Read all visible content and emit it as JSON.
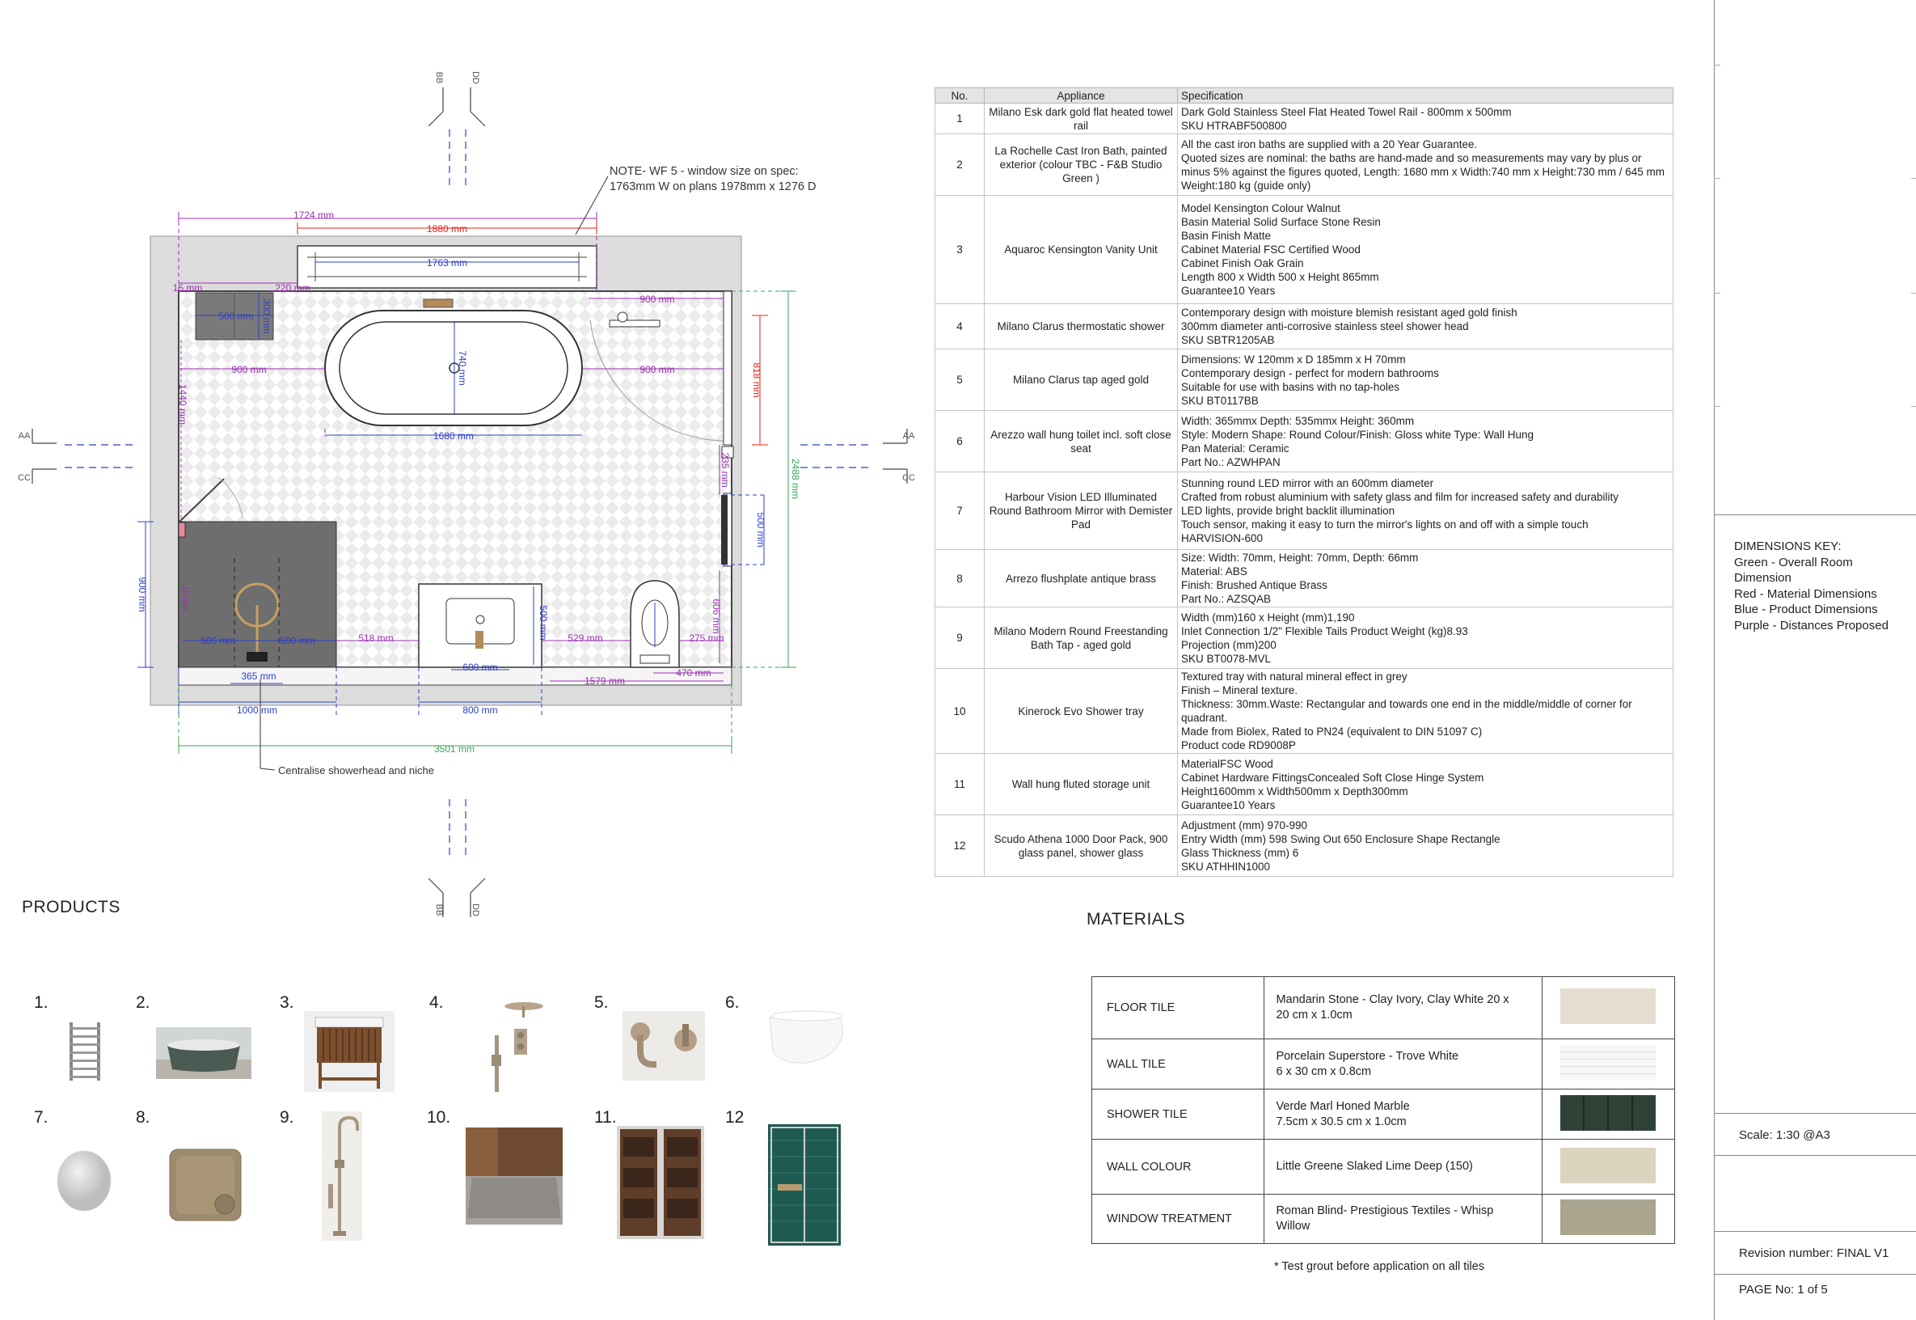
{
  "plan": {
    "note": [
      "NOTE- WF 5 - window size on spec:",
      "1763mm W on plans 1978mm x 1276 D"
    ],
    "callout": "Centralise showerhead and niche",
    "sections": {
      "aa": "AA",
      "bb": "BB",
      "cc": "CC",
      "dd": "DD"
    },
    "dims": {
      "d1724": "1724 mm",
      "d1880": "1880 mm",
      "d1763": "1763 mm",
      "d15": "15 mm",
      "d220": "220 mm",
      "d900a": "900 mm",
      "d500a": "500 mm",
      "d300": "300 mm",
      "d900b": "900 mm",
      "d740": "740 mm",
      "d900c": "900 mm",
      "d818": "818 mm",
      "d1440": "1440 mm",
      "d1680": "1680 mm",
      "d2488": "2488 mm",
      "d235": "235 mm",
      "d500b": "500 mm",
      "d900d": "900 mm",
      "d500c": "500 mm",
      "d500d": "500 mm",
      "d518": "518 mm",
      "d500e": "500 mm",
      "d529": "529 mm",
      "d275": "275 mm",
      "d606": "606 mm",
      "d600": "600 mm",
      "d470": "470 mm",
      "d1579": "1579 mm",
      "d365": "365 mm",
      "d1000": "1000 mm",
      "d800": "800 mm",
      "d3501": "3501 mm",
      "d15l": "15 mm"
    }
  },
  "spec": {
    "headers": [
      "No.",
      "Appliance",
      "Specification"
    ],
    "rows": [
      {
        "no": "1",
        "appliance": "Milano Esk dark gold flat heated towel rail",
        "spec": [
          "Dark Gold Stainless Steel Flat Heated Towel Rail - 800mm x 500mm",
          "SKU HTRABF500800"
        ]
      },
      {
        "no": "2",
        "appliance": "La Rochelle Cast Iron Bath, painted exterior (colour TBC - F&B Studio Green )",
        "spec": [
          "All the cast iron baths are supplied with a 20 Year Guarantee.",
          "Quoted sizes are nominal: the baths are hand-made and so measurements may vary by plus or",
          "minus 5% against the figures quoted, Length: 1680 mm x Width:740 mm x Height:730 mm / 645 mm",
          "Weight:180 kg (guide only)"
        ]
      },
      {
        "no": "3",
        "appliance": "Aquaroc Kensington Vanity Unit",
        "spec": [
          "Model Kensington  Colour Walnut",
          "Basin  Material Solid Surface Stone Resin",
          "Basin Finish Matte",
          "Cabinet Material FSC Certified Wood",
          "Cabinet Finish Oak Grain",
          "Length 800  x Width 500 x Height 865mm",
          "Guarantee10 Years"
        ]
      },
      {
        "no": "4",
        "appliance": "Milano Clarus thermostatic shower",
        "spec": [
          "Contemporary design with moisture blemish resistant aged gold finish",
          "300mm diameter anti-corrosive stainless steel shower head",
          "SKU SBTR1205AB"
        ]
      },
      {
        "no": "5",
        "appliance": "Milano Clarus tap aged gold",
        "spec": [
          "Dimensions: W 120mm x D 185mm x H 70mm",
          "Contemporary design - perfect for modern bathrooms",
          "Suitable for use with basins with no tap-holes",
          "SKU BT0117BB"
        ]
      },
      {
        "no": "6",
        "appliance": "Arezzo wall hung toilet incl. soft close seat",
        "spec": [
          "Width: 365mmx Depth: 535mmx Height: 360mm",
          "Style: Modern Shape: Round Colour/Finish: Gloss white Type: Wall Hung",
          "Pan Material: Ceramic",
          "Part No.: AZWHPAN"
        ]
      },
      {
        "no": "7",
        "appliance": "Harbour Vision LED Illuminated Round Bathroom Mirror with Demister Pad",
        "spec": [
          "Stunning round LED mirror with an 600mm diameter",
          "Crafted from robust aluminium with safety glass and film for increased safety and durability",
          "LED lights, provide bright backlit illumination",
          "Touch sensor, making it easy to turn the mirror's lights on and off with a simple touch",
          "HARVISION-600"
        ]
      },
      {
        "no": "8",
        "appliance": "Arrezo flushplate antique brass",
        "spec": [
          "Size: Width: 70mm, Height: 70mm, Depth: 66mm",
          "Material: ABS",
          "Finish: Brushed Antique Brass",
          "Part No.: AZSQAB"
        ]
      },
      {
        "no": "9",
        "appliance": "Milano Modern Round Freestanding Bath Tap - aged gold",
        "spec": [
          "Width (mm)160 x  Height (mm)1,190",
          "Inlet Connection  1/2\" Flexible Tails Product Weight (kg)8.93",
          "Projection (mm)200",
          "SKU BT0078-MVL"
        ]
      },
      {
        "no": "10",
        "appliance": "Kinerock Evo Shower tray",
        "spec": [
          "Textured tray with natural mineral effect in grey",
          "Finish – Mineral texture.",
          "Thickness: 30mm.Waste: Rectangular and towards one end in the middle/middle of corner for",
          "quadrant.",
          "Made from Biolex, Rated to PN24 (equivalent to DIN 51097 C)",
          "Product code RD9008P"
        ]
      },
      {
        "no": "11",
        "appliance": "Wall hung fluted storage unit",
        "spec": [
          "MaterialFSC Wood",
          "Cabinet Hardware FittingsConcealed Soft Close Hinge System",
          "Height1600mm x Width500mm x Depth300mm",
          "Guarantee10 Years"
        ]
      },
      {
        "no": "12",
        "appliance": "Scudo Athena 1000 Door Pack, 900 glass panel,  shower glass",
        "spec": [
          "Adjustment (mm) 970-990",
          "Entry Width (mm) 598 Swing Out 650 Enclosure Shape Rectangle",
          "Glass Thickness (mm) 6",
          "SKU ATHHIN1000"
        ]
      }
    ]
  },
  "products": {
    "heading": "PRODUCTS",
    "items": [
      {
        "num": "1.",
        "icon": "towel-rail-icon"
      },
      {
        "num": "2.",
        "icon": "bath-icon"
      },
      {
        "num": "3.",
        "icon": "vanity-unit-icon"
      },
      {
        "num": "4.",
        "icon": "shower-icon"
      },
      {
        "num": "5.",
        "icon": "tap-icon"
      },
      {
        "num": "6.",
        "icon": "toilet-icon"
      },
      {
        "num": "7.",
        "icon": "mirror-icon"
      },
      {
        "num": "8.",
        "icon": "flushplate-icon"
      },
      {
        "num": "9.",
        "icon": "bath-tap-icon"
      },
      {
        "num": "10.",
        "icon": "shower-tray-icon"
      },
      {
        "num": "11.",
        "icon": "storage-unit-icon"
      },
      {
        "num": "12",
        "icon": "shower-glass-icon"
      }
    ]
  },
  "materials": {
    "heading": "MATERIALS",
    "rows": [
      {
        "label": "FLOOR TILE",
        "desc": [
          "Mandarin Stone - Clay Ivory, Clay White 20 x",
          "20 cm x 1.0cm"
        ],
        "swatch": "#e6ddd0"
      },
      {
        "label": "WALL TILE",
        "desc": [
          "Porcelain Superstore - Trove White",
          "6 x 30 cm x 0.8cm"
        ],
        "swatch": "#f3f3f1"
      },
      {
        "label": "SHOWER TILE",
        "desc": [
          "Verde Marl Honed Marble",
          "7.5cm x 30.5 cm x 1.0cm"
        ],
        "swatch": "#2f4238"
      },
      {
        "label": "WALL COLOUR",
        "desc": [
          "Little Greene Slaked Lime Deep (150)"
        ],
        "swatch": "#dcd3bf"
      },
      {
        "label": "WINDOW TREATMENT",
        "desc": [
          "Roman Blind- Prestigious Textiles - Whisp",
          "Willow"
        ],
        "swatch": "#a9a58e"
      }
    ],
    "note": "* Test grout before application on all tiles"
  },
  "panel": {
    "key_title": "DIMENSIONS KEY:",
    "key_lines": [
      "Green - Overall Room",
      "Dimension",
      "Red -  Material Dimensions",
      "Blue -  Product Dimensions",
      "Purple - Distances Proposed"
    ],
    "scale": "Scale: 1:30 @A3",
    "revision": "Revision number: FINAL V1",
    "page": "PAGE No: 1 of 5"
  },
  "colors": {
    "green": "#3aa55a",
    "red": "#e2231a",
    "blue": "#2d3fc8",
    "purple": "#9b2fb3",
    "wall": "#dcdcdc",
    "tray": "#6e6e6e"
  }
}
